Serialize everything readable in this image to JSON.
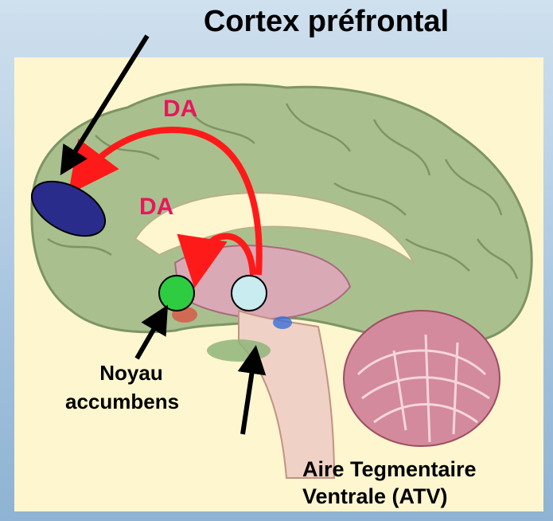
{
  "title": "Cortex préfrontal",
  "da_upper": "DA",
  "da_lower": "DA",
  "label_nucleus_line1": "Noyau",
  "label_nucleus_line2": "accumbens",
  "label_vta_line1": "Aire Tegmentaire",
  "label_vta_line2": "Ventrale (ATV)",
  "colors": {
    "panel": "#fdf6cf",
    "cortex": "#a9c08e",
    "cortex_outline": "#7e9465",
    "prefrontal_marker": "#2a2c8c",
    "nucleus_marker": "#2ecc40",
    "vta_marker": "#c8ecef",
    "arrow_da": "#ff1a1a",
    "pointer": "#000000",
    "da_text": "#e8175d"
  }
}
